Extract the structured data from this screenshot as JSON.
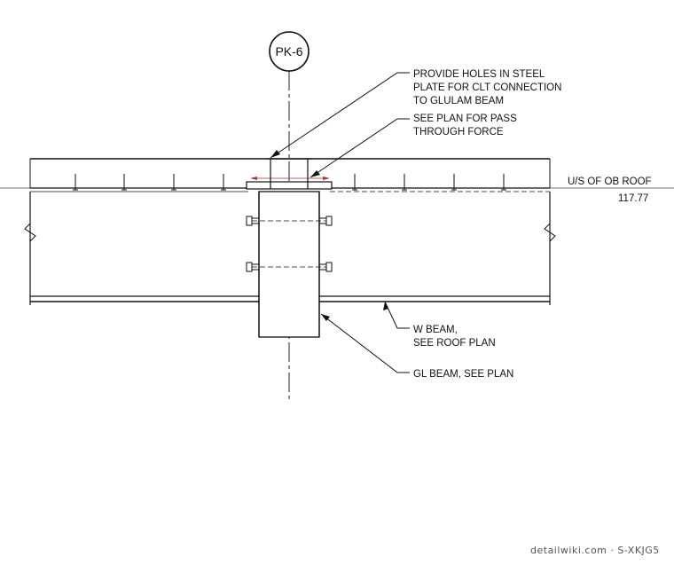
{
  "grid_bubble": {
    "label": "PK-6"
  },
  "notes": {
    "holes": [
      "PROVIDE HOLES IN STEEL",
      "PLATE FOR CLT CONNECTION",
      "TO GLULAM BEAM"
    ],
    "pass_through": [
      "SEE PLAN FOR PASS",
      "THROUGH FORCE"
    ],
    "w_beam": [
      "W BEAM,",
      "SEE ROOF PLAN"
    ],
    "gl_beam": [
      "GL BEAM, SEE PLAN"
    ]
  },
  "elevation": {
    "label": "U/S OF OB ROOF",
    "value": "117.77"
  },
  "watermark": "detailwiki.com · S-XKJG5"
}
